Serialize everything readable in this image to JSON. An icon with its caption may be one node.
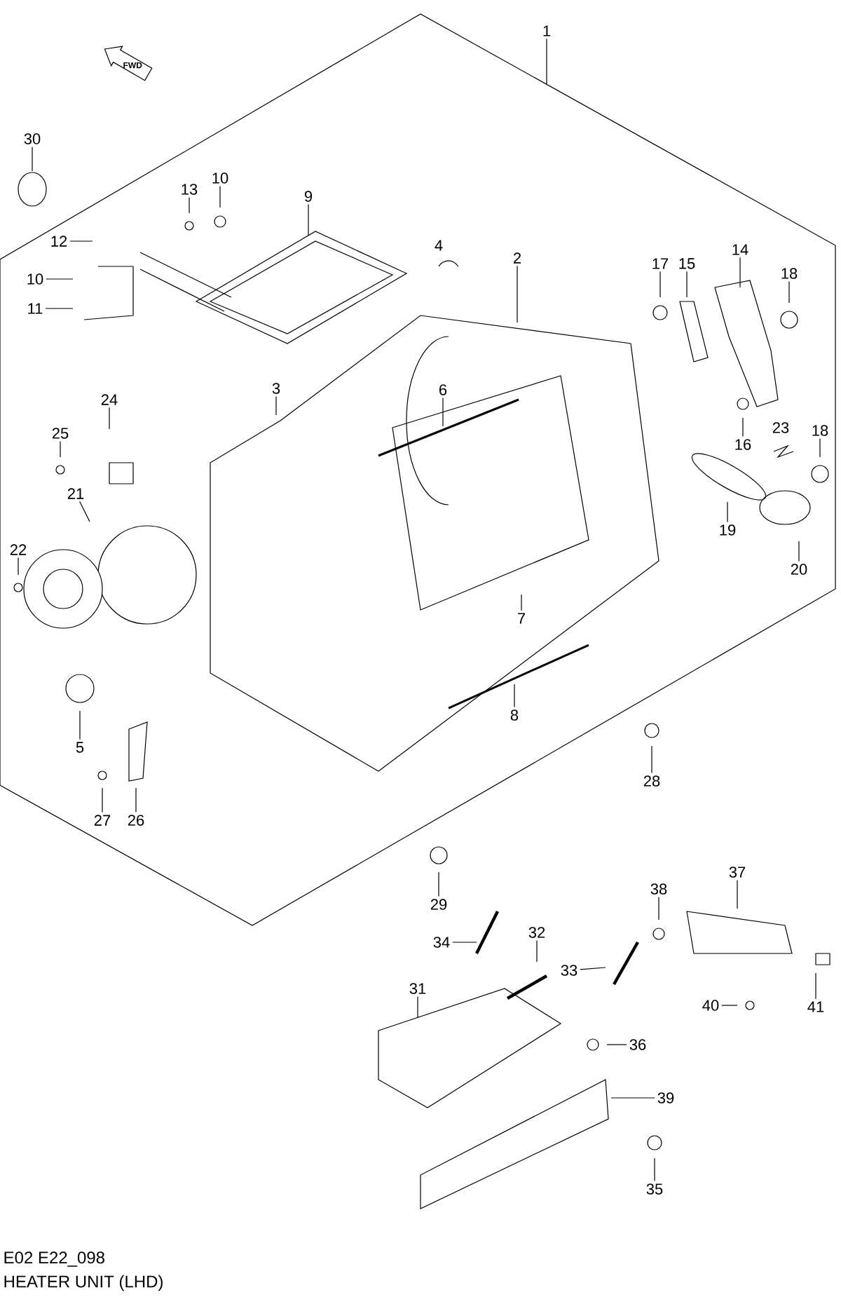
{
  "diagram": {
    "caption": "HEATER UNIT (LHD)",
    "nodes": [
      {
        "text": [
          "1"
        ]
      },
      {
        "text": [
          "30"
        ]
      },
      {
        "text": [
          "10"
        ]
      },
      {
        "text": [
          "13"
        ]
      },
      {
        "text": [
          "9"
        ]
      },
      {
        "text": [
          "12"
        ]
      },
      {
        "text": [
          "14"
        ]
      },
      {
        "text": [
          "2"
        ]
      },
      {
        "text": [
          "17"
        ]
      },
      {
        "text": [
          "15"
        ]
      },
      {
        "text": [
          "18"
        ]
      },
      {
        "text": [
          "10"
        ]
      },
      {
        "text": [
          "11"
        ]
      },
      {
        "text": [
          "3"
        ]
      },
      {
        "text": [
          "6"
        ]
      },
      {
        "text": [
          "24"
        ]
      },
      {
        "text": [
          "18"
        ]
      },
      {
        "text": [
          "25"
        ]
      },
      {
        "text": [
          "16"
        ]
      },
      {
        "text": [
          "21"
        ]
      },
      {
        "text": [
          "19"
        ]
      },
      {
        "text": [
          "22"
        ]
      },
      {
        "text": [
          "20"
        ]
      },
      {
        "text": [
          "7"
        ]
      },
      {
        "text": [
          "8"
        ]
      },
      {
        "text": [
          "5"
        ]
      },
      {
        "text": [
          "28"
        ]
      },
      {
        "text": [
          "27"
        ]
      },
      {
        "text": [
          "26"
        ]
      },
      {
        "text": [
          "37"
        ]
      },
      {
        "text": [
          "38"
        ]
      },
      {
        "text": [
          "29"
        ]
      },
      {
        "text": [
          "32"
        ]
      },
      {
        "text": [
          "34"
        ]
      },
      {
        "text": [
          "33"
        ]
      },
      {
        "text": [
          "31"
        ]
      },
      {
        "text": [
          "40"
        ]
      },
      {
        "text": [
          "41"
        ]
      },
      {
        "text": [
          "36"
        ]
      },
      {
        "text": [
          "39"
        ]
      },
      {
        "text": [
          "35"
        ]
      }
    ],
    "edges": [
      {
        "from": 0,
        "to": null,
        "arrow": "none"
      },
      {
        "from": 1,
        "to": null,
        "arrow": "none"
      },
      {
        "from": 2,
        "to": null,
        "arrow": "none"
      },
      {
        "from": 3,
        "to": null,
        "arrow": "none"
      },
      {
        "from": 4,
        "to": null,
        "arrow": "none"
      },
      {
        "from": 5,
        "to": null,
        "arrow": "none"
      },
      {
        "from": 6,
        "to": null,
        "arrow": "none"
      },
      {
        "from": 7,
        "to": null,
        "arrow": "none"
      },
      {
        "from": 8,
        "to": null,
        "arrow": "none"
      },
      {
        "from": 9,
        "to": null,
        "arrow": "none"
      },
      {
        "from": 10,
        "to": null,
        "arrow": "none"
      },
      {
        "from": 11,
        "to": null,
        "arrow": "none"
      },
      {
        "from": 12,
        "to": null,
        "arrow": "none"
      },
      {
        "from": 13,
        "to": null,
        "arrow": "none"
      },
      {
        "from": 14,
        "to": null,
        "arrow": "none"
      },
      {
        "from": 15,
        "to": null,
        "arrow": "none"
      },
      {
        "from": 16,
        "to": null,
        "arrow": "none"
      },
      {
        "from": 17,
        "to": null,
        "arrow": "none"
      },
      {
        "from": 18,
        "to": null,
        "arrow": "none"
      },
      {
        "from": 19,
        "to": null,
        "arrow": "none"
      },
      {
        "from": 20,
        "to": null,
        "arrow": "none"
      },
      {
        "from": 21,
        "to": null,
        "arrow": "none"
      },
      {
        "from": 22,
        "to": null,
        "arrow": "none"
      },
      {
        "from": 23,
        "to": null,
        "arrow": "none"
      },
      {
        "from": 24,
        "to": null,
        "arrow": "none"
      },
      {
        "from": 25,
        "to": null,
        "arrow": "none"
      },
      {
        "from": 26,
        "to": null,
        "arrow": "none"
      },
      {
        "from": 27,
        "to": null,
        "arrow": "none"
      },
      {
        "from": 28,
        "to": null,
        "arrow": "none"
      },
      {
        "from": 29,
        "to": null,
        "arrow": "none"
      },
      {
        "from": 30,
        "to": null,
        "arrow": "none"
      },
      {
        "from": 31,
        "to": null,
        "arrow": "none"
      },
      {
        "from": 32,
        "to": null,
        "arrow": "none"
      },
      {
        "from": 33,
        "to": null,
        "arrow": "none"
      },
      {
        "from": 34,
        "to": null,
        "arrow": "none"
      },
      {
        "from": 35,
        "to": null,
        "arrow": "none"
      },
      {
        "from": 36,
        "to": null,
        "arrow": "none"
      },
      {
        "from": 37,
        "to": null,
        "arrow": "none"
      },
      {
        "from": 38,
        "to": null,
        "arrow": "none"
      },
      {
        "from": 39,
        "to": null,
        "arrow": "none"
      },
      {
        "from": 40,
        "to": null,
        "arrow": "none"
      }
    ],
    "labels": [
      "FWD",
      "4",
      "23",
      "E02 E22_098"
    ]
  }
}
